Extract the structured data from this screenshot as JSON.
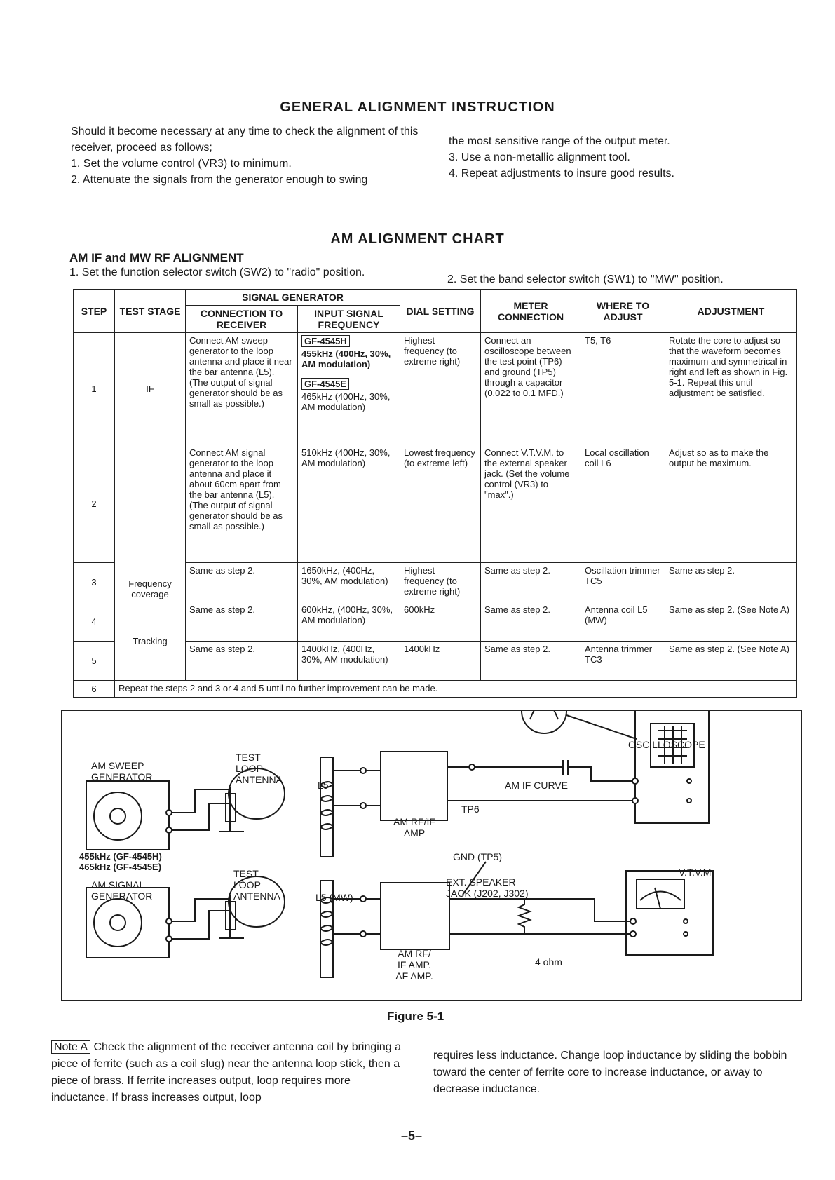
{
  "doc": {
    "title": "GENERAL ALIGNMENT INSTRUCTION",
    "intro_left": [
      "Should it become necessary at any time to check the alignment of this receiver, proceed as follows;",
      "1. Set the volume control (VR3) to minimum.",
      "2. Attenuate the signals from the generator enough to swing"
    ],
    "intro_right": [
      "the most sensitive range of the output meter.",
      "3. Use a non-metallic alignment tool.",
      "4. Repeat adjustments to insure good results."
    ],
    "chart_title": "AM ALIGNMENT CHART",
    "section_title": "AM IF and MW RF ALIGNMENT",
    "setup_1": "1. Set the function selector switch (SW2) to \"radio\" position.",
    "setup_2": "2. Set the band selector switch (SW1) to \"MW\" position."
  },
  "table": {
    "headers": {
      "step": "STEP",
      "test_stage": "TEST STAGE",
      "signal_generator": "SIGNAL GENERATOR",
      "connection": "CONNECTION TO RECEIVER",
      "input": "INPUT SIGNAL FREQUENCY",
      "dial": "DIAL SETTING",
      "meter": "METER CONNECTION",
      "where": "WHERE TO ADJUST",
      "adjustment": "ADJUSTMENT"
    },
    "rows": [
      {
        "step": "1",
        "stage": "IF",
        "connection": "Connect AM sweep generator to the loop antenna and place it near the bar antenna (L5). (The output of signal generator should be as small as possible.)",
        "gen_a": "GF-4545H",
        "input_a": "455kHz (400Hz, 30%, AM modulation)",
        "gen_b": "GF-4545E",
        "input_b": "465kHz (400Hz, 30%, AM modulation)",
        "dial": "Highest frequency (to extreme right)",
        "meter": "Connect an oscilloscope between the test point (TP6) and ground (TP5) through a capacitor (0.022 to 0.1 MFD.)",
        "where": "T5, T6",
        "adjustment": "Rotate the core to adjust so that the waveform becomes maximum and symmetrical in right and left as shown in Fig. 5-1. Repeat this until adjustment be satisfied."
      },
      {
        "step": "2",
        "connection": "Connect AM signal generator to the loop antenna and place it about 60cm apart from the bar antenna (L5). (The output of signal generator should be as small as possible.)",
        "input": "510kHz (400Hz, 30%, AM modulation)",
        "dial": "Lowest frequency (to extreme left)",
        "meter": "Connect V.T.V.M. to the external speaker jack. (Set the volume control (VR3) to \"max\".)",
        "where": "Local oscillation coil L6",
        "adjustment": "Adjust so as to make the output be maximum."
      },
      {
        "step": "3",
        "connection": "Same as step 2.",
        "input": "1650kHz, (400Hz, 30%, AM modulation)",
        "dial": "Highest frequency (to extreme right)",
        "meter": "Same as step 2.",
        "where": "Oscillation trimmer TC5",
        "adjustment": "Same as step 2."
      },
      {
        "step": "4",
        "connection": "Same as step 2.",
        "input": "600kHz, (400Hz, 30%, AM modulation)",
        "dial": "600kHz",
        "meter": "Same as step 2.",
        "where": "Antenna coil L5 (MW)",
        "adjustment": "Same as step 2. (See Note A)"
      },
      {
        "step": "5",
        "connection": "Same as step 2.",
        "input": "1400kHz, (400Hz, 30%, AM modulation)",
        "dial": "1400kHz",
        "meter": "Same as step 2.",
        "where": "Antenna trimmer TC3",
        "adjustment": "Same as step 2. (See Note A)"
      },
      {
        "step": "6",
        "text": "Repeat the steps 2 and 3 or 4 and 5 until no further improvement can be made."
      }
    ],
    "stage_freq": "Frequency coverage",
    "stage_tracking": "Tracking"
  },
  "figure": {
    "caption": "Figure 5-1",
    "sweep_gen": [
      "AM SWEEP",
      "GENERATOR"
    ],
    "sweep_freqs": [
      "455kHz (GF-4545H)",
      "465kHz (GF-4545E)"
    ],
    "signal_gen": [
      "AM SIGNAL",
      "GENERATOR"
    ],
    "loop_antenna": [
      "TEST",
      "LOOP",
      "ANTENNA"
    ],
    "l5": "L5",
    "l5_mw": "L5 (MW)",
    "rf_if_amp": [
      "AM RF/IF",
      "AMP"
    ],
    "rf_if_af_amp": [
      "AM RF/",
      "IF AMP.",
      "AF AMP."
    ],
    "tp6": "TP6",
    "gnd": "GND (TP5)",
    "am_if_curve": "AM IF CURVE",
    "oscilloscope": "OSCILLOSCOPE",
    "ext_speaker": [
      "EXT. SPEAKER",
      "JACK (J202, J302)"
    ],
    "four_ohm": "4 ohm",
    "vtvm": "V.T.V.M."
  },
  "note": {
    "tag": "Note A",
    "left": "Check the alignment of the receiver antenna coil by bringing a piece of ferrite (such as a coil slug) near the antenna loop stick, then a piece of brass. If ferrite increases output, loop requires more inductance. If brass increases output, loop",
    "right": "requires less inductance. Change loop inductance by sliding the bobbin toward the center of ferrite core to increase inductance, or away to decrease inductance."
  },
  "page_number": "–5–"
}
